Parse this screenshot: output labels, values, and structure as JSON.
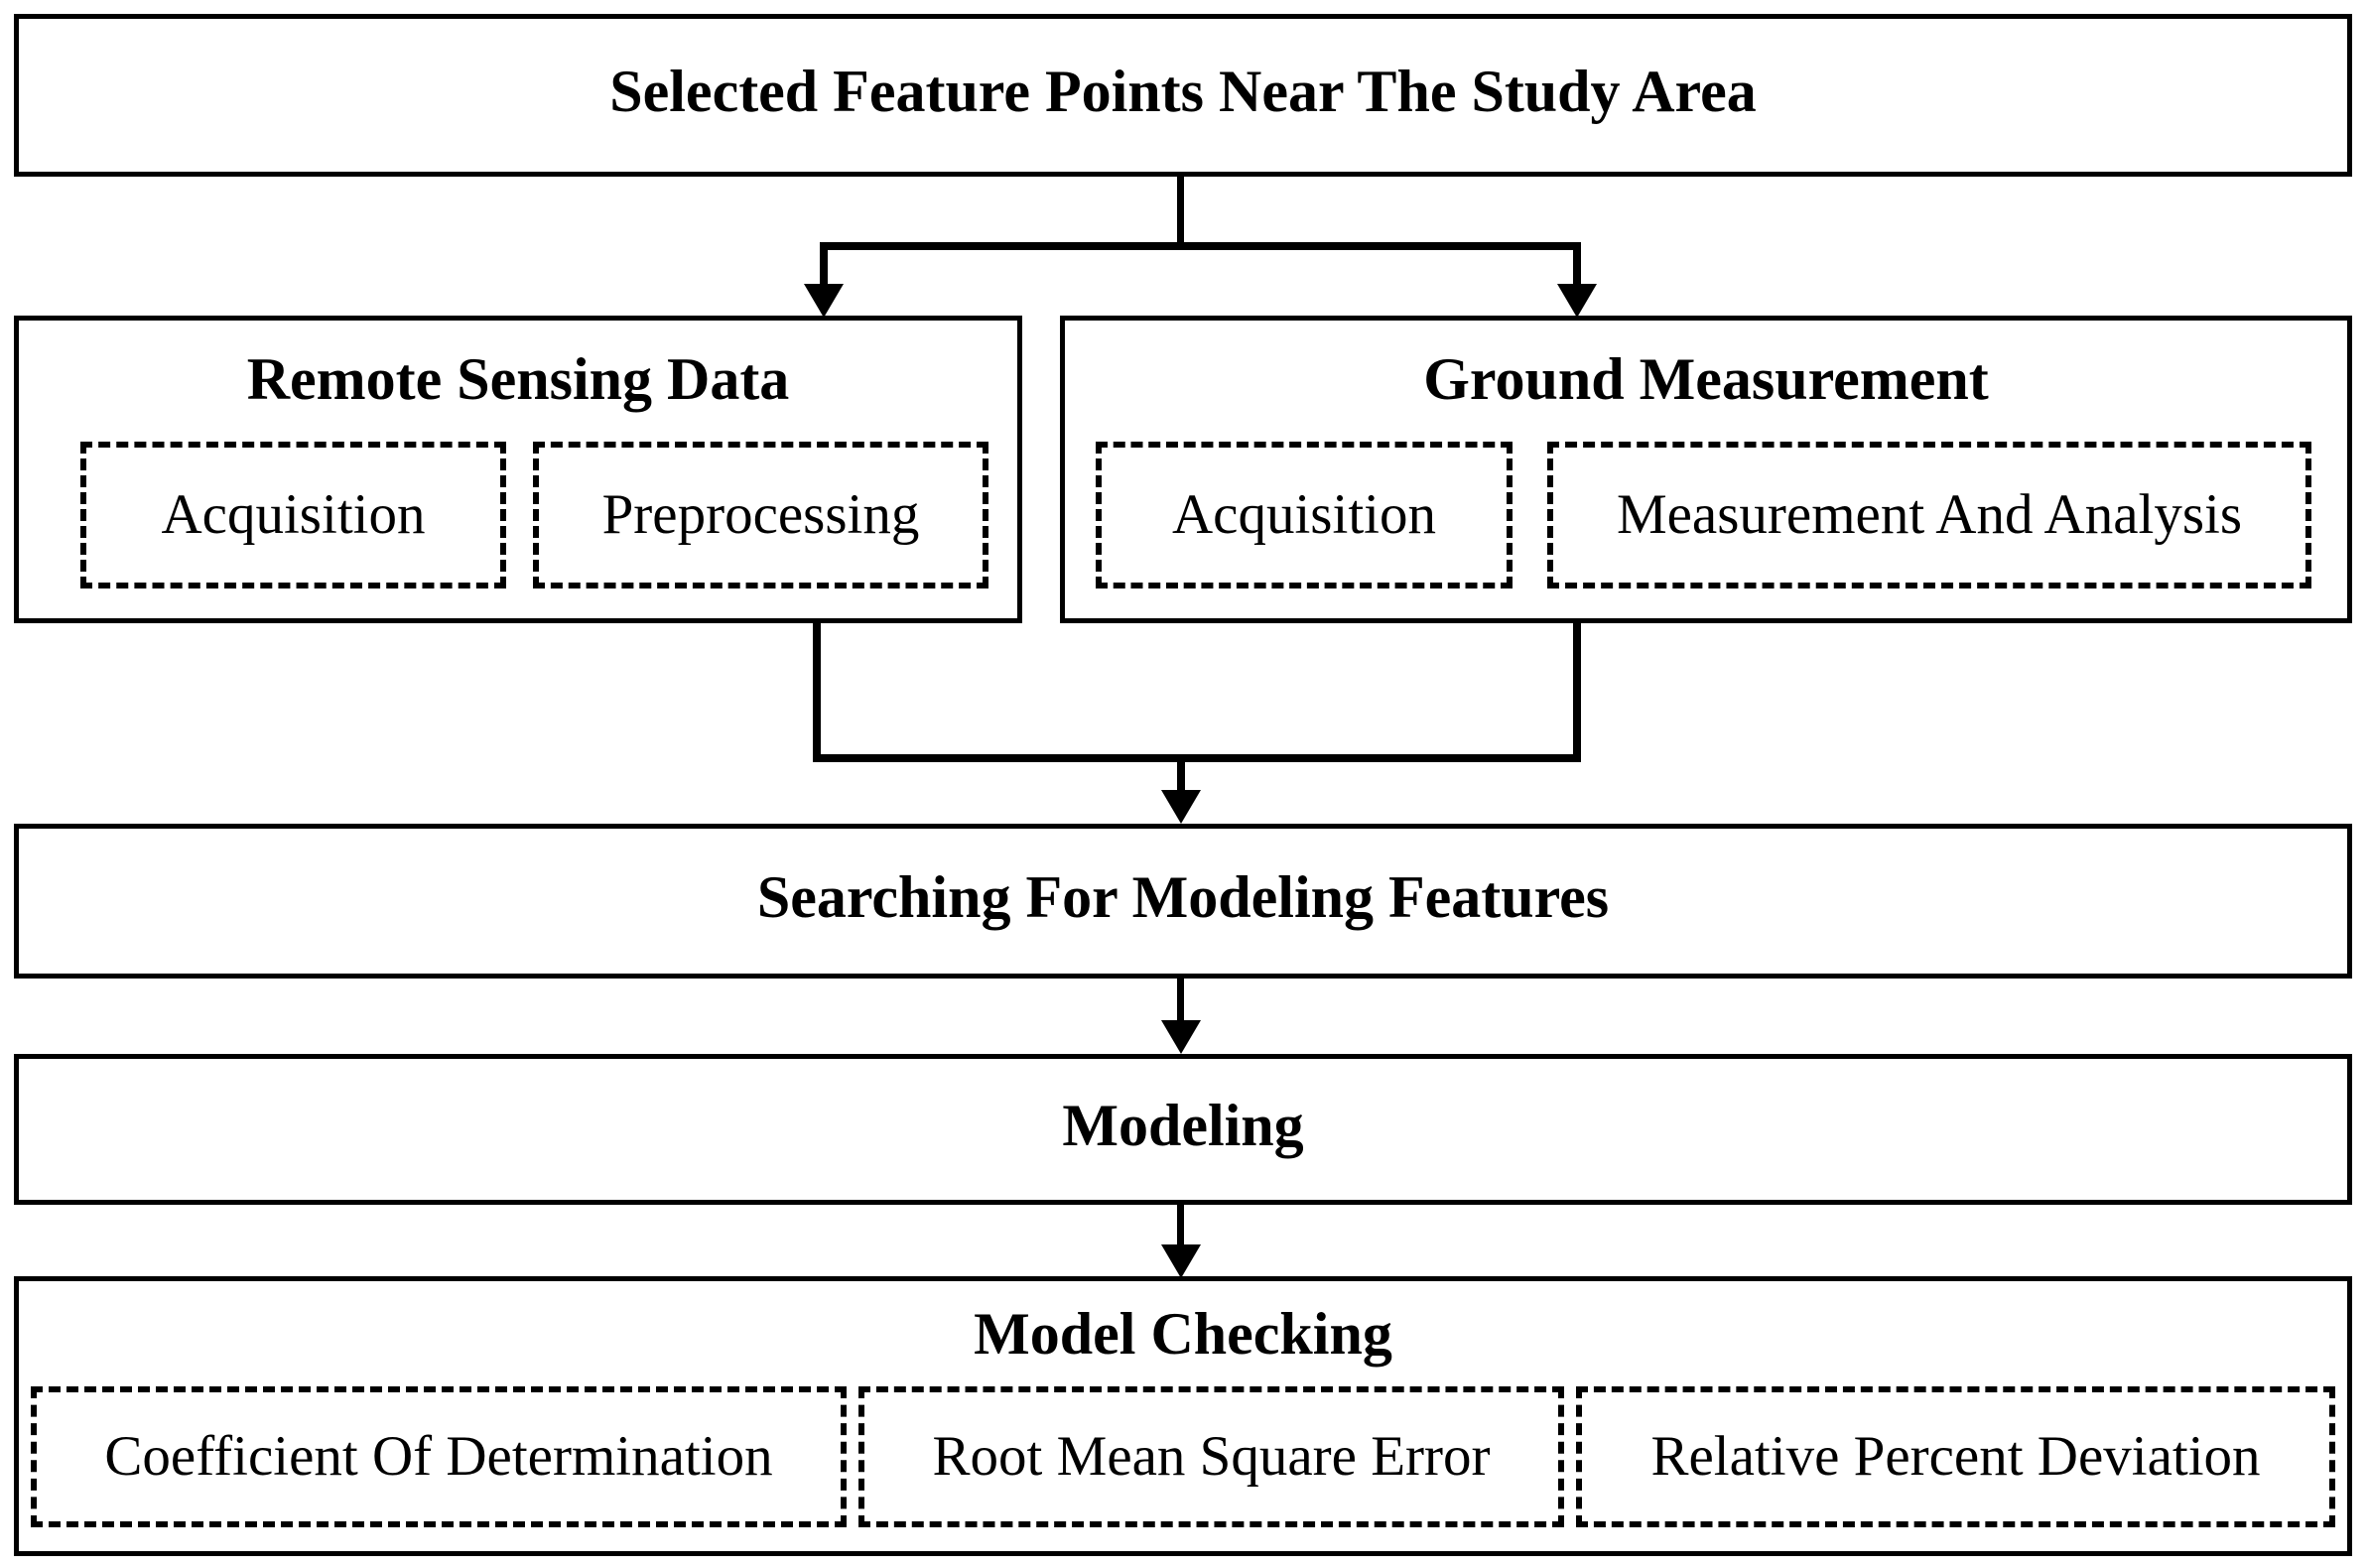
{
  "diagram": {
    "type": "flowchart",
    "title": "Selected Feature Points Near The Study Area",
    "nodes": {
      "root": {
        "label": "Selected Feature Points Near The Study Area"
      },
      "remote_sensing": {
        "label": "Remote Sensing Data",
        "items": [
          "Acquisition",
          "Preprocessing"
        ]
      },
      "ground_measurement": {
        "label": "Ground Measurement",
        "items": [
          "Acquisition",
          "Measurement And Analysis"
        ]
      },
      "searching": {
        "label": "Searching For Modeling Features"
      },
      "modeling": {
        "label": "Modeling"
      },
      "model_checking": {
        "label": "Model Checking",
        "items": [
          "Coefficient Of Determination",
          "Root Mean Square Error",
          "Relative Percent Deviation"
        ]
      }
    },
    "colors": {
      "stroke": "#000000",
      "fill": "#ffffff",
      "text": "#000000"
    }
  }
}
